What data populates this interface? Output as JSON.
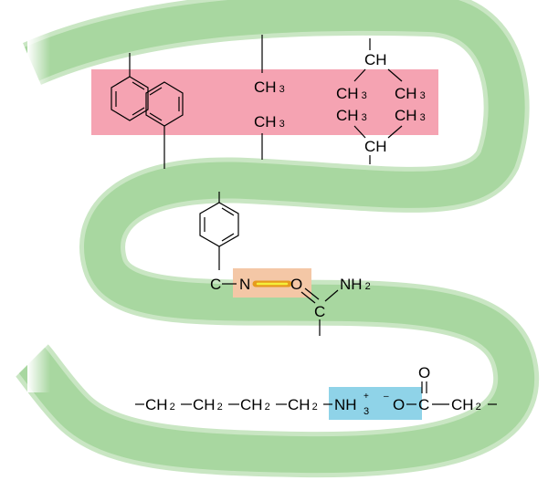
{
  "colors": {
    "ribbon": "#a8d7a0",
    "ribbon_edge": "#c9e6c3",
    "hydrophobic_box": "#f5a3b2",
    "hbond_box": "#f4c7a6",
    "hbond_line_outer": "#e69a1e",
    "hbond_line_inner": "#f4ef3a",
    "ionic_box": "#8fd3e8",
    "ink": "#000000"
  },
  "hydrophobic": {
    "left_methyl": {
      "ch": "CH",
      "sub": "3"
    },
    "right_methyl": {
      "ch": "CH",
      "sub": "3"
    },
    "top_isopropyl": {
      "ch": "CH",
      "methyl_a": "CH",
      "methyl_a_sub": "3",
      "methyl_b": "CH",
      "methyl_b_sub": "3"
    },
    "bottom_isopropyl": {
      "ch": "CH",
      "methyl_a": "CH",
      "methyl_a_sub": "3",
      "methyl_b": "CH",
      "methyl_b_sub": "3"
    }
  },
  "hbond": {
    "c_left": "C",
    "n": "N",
    "o": "O",
    "amide_c": "C",
    "nh": "NH",
    "nh_sub": "2"
  },
  "ionic": {
    "chain": [
      {
        "text": "CH",
        "sub": "2"
      },
      {
        "text": "CH",
        "sub": "2"
      },
      {
        "text": "CH",
        "sub": "2"
      },
      {
        "text": "CH",
        "sub": "2"
      }
    ],
    "ammonium": {
      "text": "NH",
      "sub": "3",
      "sup": "+"
    },
    "carboxylate": {
      "charge": "–",
      "o": "O",
      "c": "C",
      "carbonyl_o": "O"
    },
    "tail": {
      "text": "CH",
      "sub": "2"
    }
  }
}
